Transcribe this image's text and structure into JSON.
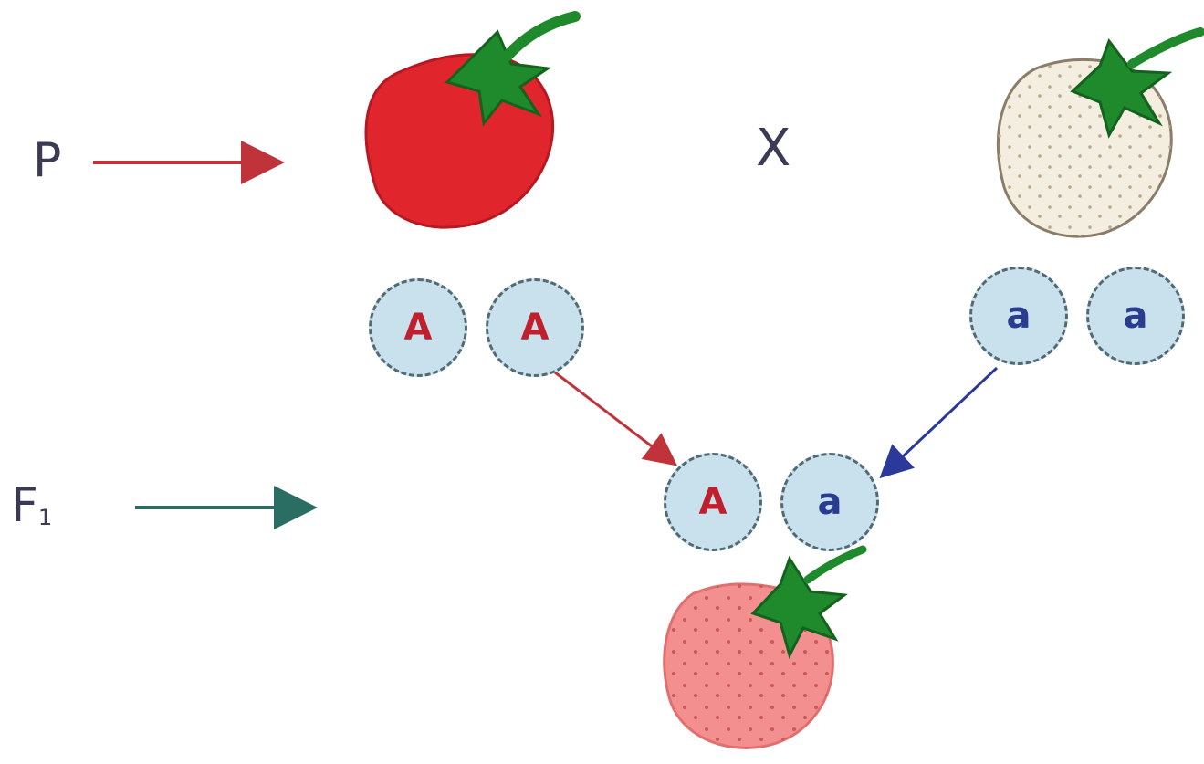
{
  "labels": {
    "parent_generation": "P",
    "f1_main": "F",
    "f1_sub": "1",
    "cross_symbol": "X"
  },
  "alleles": {
    "parent_red": [
      "A",
      "A"
    ],
    "parent_white": [
      "a",
      "a"
    ],
    "offspring": [
      "A",
      "a"
    ]
  },
  "colors": {
    "red_strawberry": "#e0262c",
    "white_strawberry": "#f4eee0",
    "pink_strawberry": "#f48f8f",
    "leaf": "#1f8a2c",
    "allele_fill": "#c9e1ec",
    "dominant_text": "#c0202e",
    "recessive_text": "#2a3c8f",
    "arrow_p": "#c0333a",
    "arrow_f1": "#2a6d63",
    "arrow_blue": "#2b3a9a"
  }
}
